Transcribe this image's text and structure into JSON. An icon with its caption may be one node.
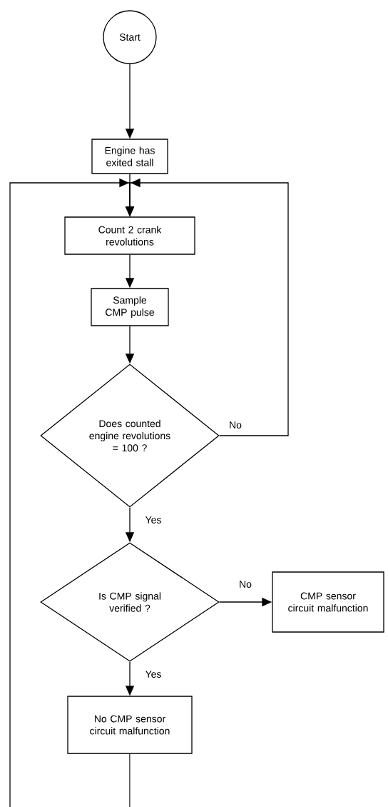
{
  "diagram": {
    "nodes": [
      {
        "text": [
          "Start"
        ]
      },
      {
        "text": [
          "Engine has exited stall"
        ]
      },
      {
        "text": [
          "Count 2 crank revolutions"
        ]
      },
      {
        "text": [
          "Sample CMP pulse"
        ]
      },
      {
        "text": [
          "Does counted engine revolutions = 100 ?"
        ]
      },
      {
        "text": [
          "Is CMP signal verified ?"
        ]
      },
      {
        "text": [
          "CMP sensor circuit malfunction"
        ]
      },
      {
        "text": [
          "No CMP sensor circuit malfunction"
        ]
      }
    ],
    "edges": [
      {
        "from": 0,
        "to": 1,
        "arrow": "to"
      },
      {
        "from": 1,
        "to": 2,
        "arrow": "to"
      },
      {
        "from": 2,
        "to": 3,
        "arrow": "to"
      },
      {
        "from": 3,
        "to": 4,
        "arrow": "to"
      },
      {
        "from": 4,
        "to": 2,
        "arrow": "to",
        "label": "No"
      },
      {
        "from": 4,
        "to": 5,
        "arrow": "to",
        "label": "Yes"
      },
      {
        "from": 5,
        "to": 6,
        "arrow": "to",
        "label": "No"
      },
      {
        "from": 5,
        "to": 7,
        "arrow": "to",
        "label": "Yes"
      },
      {
        "from": 7,
        "to": 2,
        "arrow": "to"
      }
    ]
  }
}
